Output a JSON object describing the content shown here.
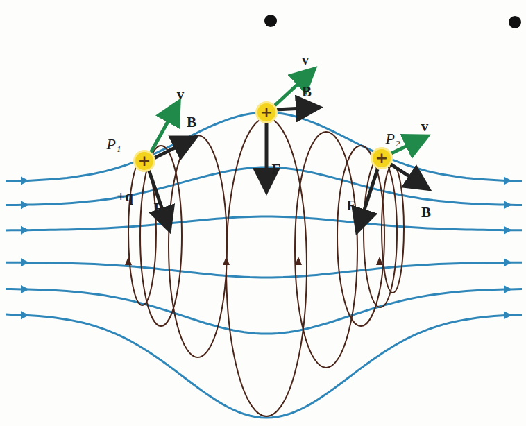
{
  "diagram": {
    "nodes": [
      {
        "text": [
          "+"
        ]
      },
      {
        "text": [
          "+"
        ]
      },
      {
        "text": [
          "+"
        ]
      }
    ],
    "labels": [
      "P₁",
      "+q",
      "v",
      "B",
      "F",
      "v",
      "B",
      "F",
      "P₂",
      "v",
      "B",
      "F"
    ]
  }
}
